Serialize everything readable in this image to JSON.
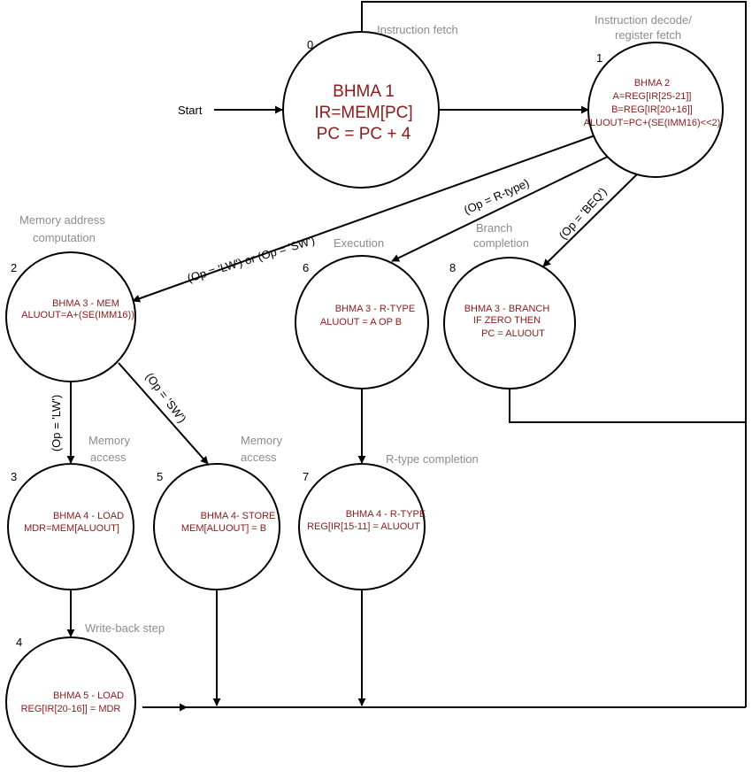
{
  "start_label": "Start",
  "captions": {
    "s0": "Instruction fetch",
    "s1_line1": "Instruction decode/",
    "s1_line2": "register fetch",
    "s2_line1": "Memory address",
    "s2_line2": "computation",
    "s6": "Execution",
    "s8_line1": "Branch",
    "s8_line2": "completion",
    "s3_line1": "Memory",
    "s3_line2": "access",
    "s5_line1": "Memory",
    "s5_line2": "access",
    "s7": "R-type completion",
    "s4": "Write-back step"
  },
  "states": {
    "s0": {
      "num": "0",
      "lines": [
        "BHMA 1",
        "IR=MEM[PC]",
        "PC = PC + 4"
      ]
    },
    "s1": {
      "num": "1",
      "lines": [
        "BHMA 2",
        "A=REG[IR[25-21]]",
        "B=REG[IR[20+16]]",
        "ALUOUT=PC+(SE(IMM16)<<2)"
      ]
    },
    "s2": {
      "num": "2",
      "lines": [
        "BHMA 3  - MEM",
        "ALUOUT=A+(SE(IMM16))"
      ]
    },
    "s6": {
      "num": "6",
      "lines": [
        "BHMA 3 - R-TYPE",
        "ALUOUT = A OP B"
      ]
    },
    "s8": {
      "num": "8",
      "lines": [
        "BHMA 3 - BRANCH",
        "IF ZERO THEN",
        "PC = ALUOUT"
      ]
    },
    "s3": {
      "num": "3",
      "lines": [
        "BHMA 4 - LOAD",
        "MDR=MEM[ALUOUT]"
      ]
    },
    "s5": {
      "num": "5",
      "lines": [
        "BHMA 4- STORE",
        "MEM[ALUOUT] = B"
      ]
    },
    "s7": {
      "num": "7",
      "lines": [
        "BHMA 4 - R-TYPE",
        "REG[IR[15-11] = ALUOUT"
      ]
    },
    "s4": {
      "num": "4",
      "lines": [
        "BHMA 5 - LOAD",
        "REG[IR[20-16]] = MDR"
      ]
    }
  },
  "edges": {
    "lw_or_sw": "(Op = 'LW') or (Op = 'SW')",
    "r_type": "(Op = R-type)",
    "beq": "(Op = 'BEQ')",
    "lw": "(Op = 'LW')",
    "sw": "(Op = 'SW')"
  }
}
